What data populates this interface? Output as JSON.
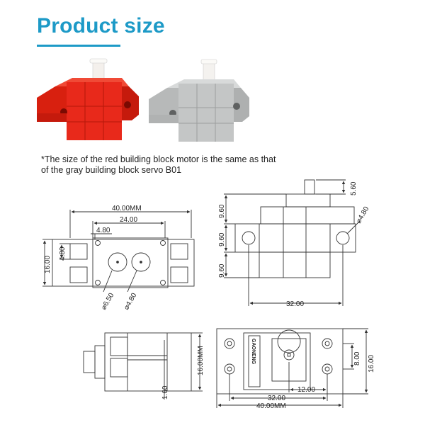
{
  "title": "Product size",
  "note": {
    "line1": "*The size of the red building block motor is the same as that",
    "line2": "of the gray building block servo B01"
  },
  "colors": {
    "accent": "#1d9ac7",
    "red_block": "#e8291b",
    "gray_block": "#c4c6c6"
  },
  "top_left_view": {
    "width": "40.00MM",
    "hole_spacing": "24.00",
    "small_hole": "4.80",
    "height": "16.00",
    "side_offset": "4.80",
    "hole_large": "⌀6.50",
    "hole_small": "⌀4.80"
  },
  "top_right_view": {
    "shaft": "5.60",
    "upper": "9.60",
    "middle": "9.60",
    "lower": "9.60",
    "hole": "⌀4.80",
    "width": "32.00"
  },
  "bottom_left_view": {
    "height": "16.00MM",
    "shaft_offset": "1.60"
  },
  "bottom_right_view": {
    "brand": "GAONENG",
    "hole_vertical": "8.00",
    "height": "16.00",
    "center_offset": "12.00",
    "hole_spacing": "32.00",
    "width": "40.00MM"
  }
}
